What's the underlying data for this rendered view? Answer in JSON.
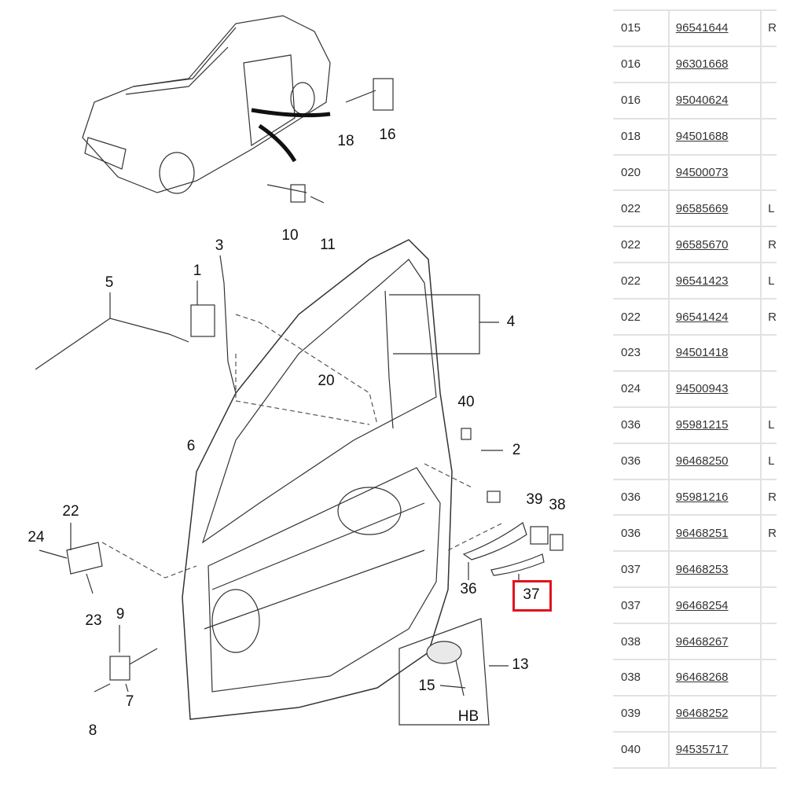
{
  "diagram": {
    "callouts": {
      "c18": "18",
      "c16": "16",
      "c10": "10",
      "c11": "11",
      "c3": "3",
      "c1": "1",
      "c5": "5",
      "c4": "4",
      "c20": "20",
      "c40": "40",
      "c6": "6",
      "c2": "2",
      "c39": "39",
      "c38": "38",
      "c22": "22",
      "c24": "24",
      "c36": "36",
      "c37": "37",
      "c9": "9",
      "c23": "23",
      "c13": "13",
      "c7": "7",
      "c15": "15",
      "cHB": "HB",
      "c8": "8"
    },
    "highlighted_callout": "37",
    "highlight_color": "#e0141e"
  },
  "parts_table": {
    "rows": [
      {
        "pos": "015",
        "part": "96541644",
        "side": "R"
      },
      {
        "pos": "016",
        "part": "96301668",
        "side": ""
      },
      {
        "pos": "016",
        "part": "95040624",
        "side": ""
      },
      {
        "pos": "018",
        "part": "94501688",
        "side": ""
      },
      {
        "pos": "020",
        "part": "94500073",
        "side": ""
      },
      {
        "pos": "022",
        "part": "96585669",
        "side": "L"
      },
      {
        "pos": "022",
        "part": "96585670",
        "side": "R"
      },
      {
        "pos": "022",
        "part": "96541423",
        "side": "L"
      },
      {
        "pos": "022",
        "part": "96541424",
        "side": "R"
      },
      {
        "pos": "023",
        "part": "94501418",
        "side": ""
      },
      {
        "pos": "024",
        "part": "94500943",
        "side": ""
      },
      {
        "pos": "036",
        "part": "95981215",
        "side": "L"
      },
      {
        "pos": "036",
        "part": "96468250",
        "side": "L"
      },
      {
        "pos": "036",
        "part": "95981216",
        "side": "R"
      },
      {
        "pos": "036",
        "part": "96468251",
        "side": "R"
      },
      {
        "pos": "037",
        "part": "96468253",
        "side": ""
      },
      {
        "pos": "037",
        "part": "96468254",
        "side": ""
      },
      {
        "pos": "038",
        "part": "96468267",
        "side": ""
      },
      {
        "pos": "038",
        "part": "96468268",
        "side": ""
      },
      {
        "pos": "039",
        "part": "96468252",
        "side": ""
      },
      {
        "pos": "040",
        "part": "94535717",
        "side": ""
      }
    ]
  }
}
